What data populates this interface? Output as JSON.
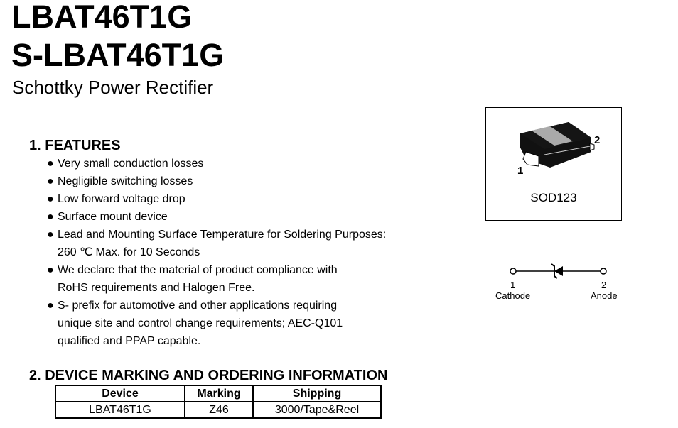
{
  "title_1": "LBAT46T1G",
  "title_2": "S-LBAT46T1G",
  "subtitle": "Schottky Power Rectifier",
  "features": {
    "heading": "1. FEATURES",
    "items": [
      [
        "Very small conduction losses"
      ],
      [
        "Negligible switching losses"
      ],
      [
        "Low forward voltage drop"
      ],
      [
        "Surface mount device"
      ],
      [
        "Lead and Mounting Surface Temperature for Soldering Purposes:",
        "260 ℃ Max. for 10 Seconds"
      ],
      [
        "We declare that the material of product  compliance with",
        "RoHS requirements and Halogen Free."
      ],
      [
        "S- prefix for automotive and other applications requiring",
        "unique site and control change requirements; AEC-Q101",
        "qualified and PPAP capable."
      ]
    ]
  },
  "package": {
    "name": "SOD123",
    "pin1": "1",
    "pin2": "2"
  },
  "symbol": {
    "pin1_num": "1",
    "pin1_name": "Cathode",
    "pin2_num": "2",
    "pin2_name": "Anode"
  },
  "ordering": {
    "heading": "2. DEVICE MARKING AND ORDERING INFORMATION",
    "columns": [
      "Device",
      "Marking",
      "Shipping"
    ],
    "rows": [
      [
        "LBAT46T1G",
        "Z46",
        "3000/Tape&Reel"
      ]
    ]
  }
}
